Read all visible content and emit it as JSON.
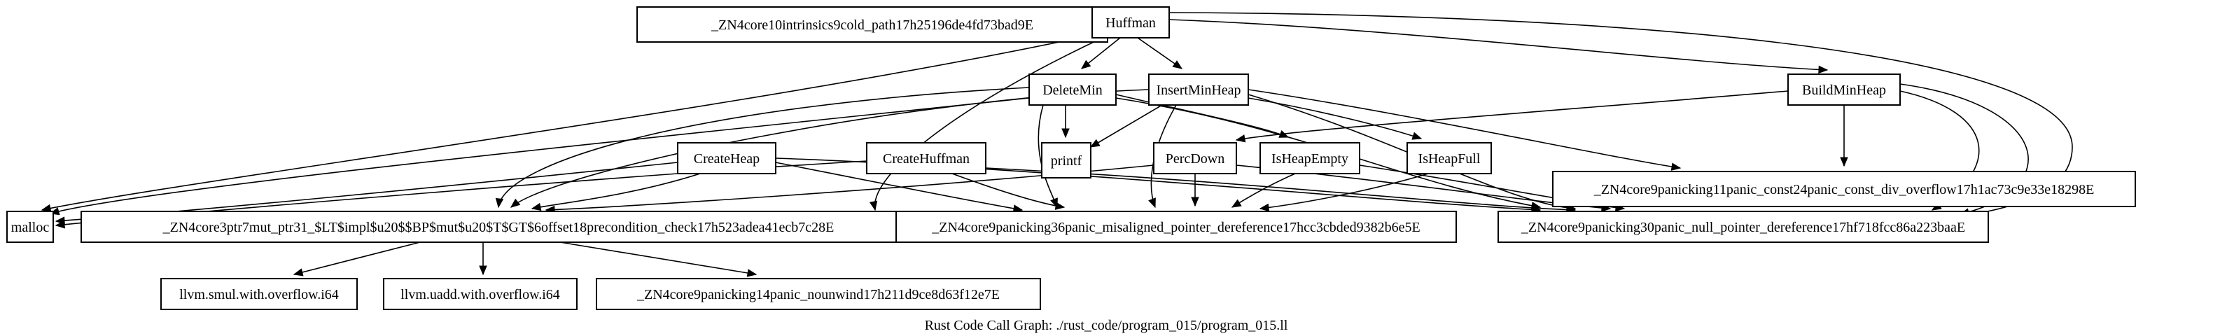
{
  "graph": {
    "caption": "Rust Code Call Graph: ./rust_code/program_015/program_015.ll",
    "nodes": [
      {
        "id": "cold",
        "label": "_ZN4core10intrinsics9cold_path17h25196de4fd73bad9E"
      },
      {
        "id": "huffman",
        "label": "Huffman"
      },
      {
        "id": "deletemin",
        "label": "DeleteMin"
      },
      {
        "id": "insertminheap",
        "label": "InsertMinHeap"
      },
      {
        "id": "buildminheap",
        "label": "BuildMinHeap"
      },
      {
        "id": "createheap",
        "label": "CreateHeap"
      },
      {
        "id": "createhuffman",
        "label": "CreateHuffman"
      },
      {
        "id": "printf",
        "label": "printf"
      },
      {
        "id": "percdown",
        "label": "PercDown"
      },
      {
        "id": "isheapempty",
        "label": "IsHeapEmpty"
      },
      {
        "id": "isheapfull",
        "label": "IsHeapFull"
      },
      {
        "id": "divoverflow",
        "label": "_ZN4core9panicking11panic_const24panic_const_div_overflow17h1ac73c9e33e18298E"
      },
      {
        "id": "malloc",
        "label": "malloc"
      },
      {
        "id": "ptrcheck",
        "label": "_ZN4core3ptr7mut_ptr31_$LT$impl$u20$$BP$mut$u20$T$GT$6offset18precondition_check17h523adea41ecb7c28E"
      },
      {
        "id": "misaligned",
        "label": "_ZN4core9panicking36panic_misaligned_pointer_dereference17hcc3cbded9382b6e5E"
      },
      {
        "id": "nullptr",
        "label": "_ZN4core9panicking30panic_null_pointer_dereference17hf718fcc86a223baaE"
      },
      {
        "id": "smul",
        "label": "llvm.smul.with.overflow.i64"
      },
      {
        "id": "uadd",
        "label": "llvm.uadd.with.overflow.i64"
      },
      {
        "id": "nounwind",
        "label": "_ZN4core9panicking14panic_nounwind17h211d9ce8d63f12e7E"
      }
    ]
  }
}
